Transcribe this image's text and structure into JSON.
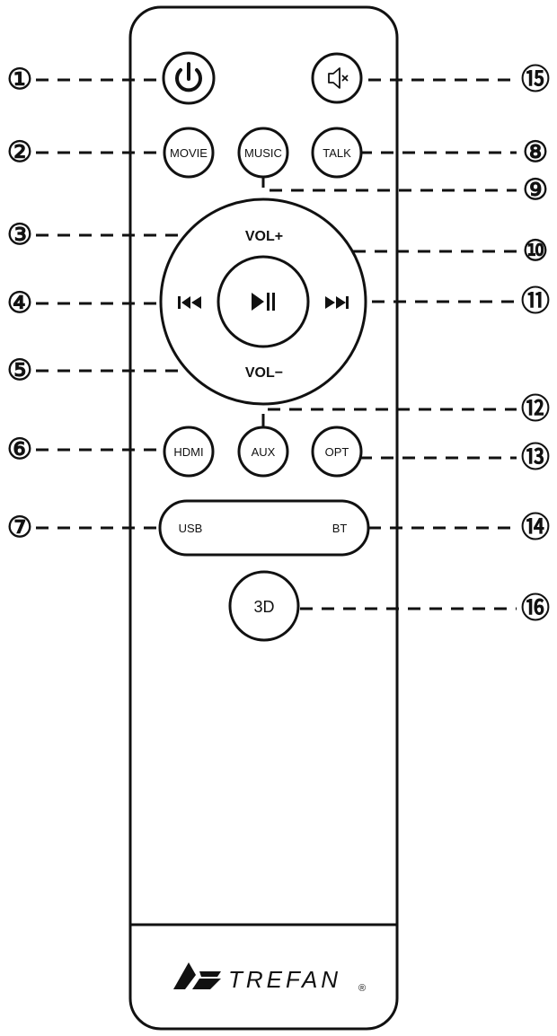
{
  "buttons": {
    "power": {
      "icon": "power-icon"
    },
    "mute": {
      "icon": "mute-icon"
    },
    "movie": {
      "label": "MOVIE"
    },
    "music": {
      "label": "MUSIC"
    },
    "talk": {
      "label": "TALK"
    },
    "vol_up": {
      "label": "VOL+"
    },
    "vol_down": {
      "label": "VOL−"
    },
    "prev": {
      "icon": "previous-track-icon"
    },
    "play_pause": {
      "icon": "play-pause-icon"
    },
    "next": {
      "icon": "next-track-icon"
    },
    "hdmi": {
      "label": "HDMI"
    },
    "aux": {
      "label": "AUX"
    },
    "opt": {
      "label": "OPT"
    },
    "usb": {
      "label": "USB"
    },
    "bt": {
      "label": "BT"
    },
    "three_d": {
      "label": "3D"
    }
  },
  "callouts": {
    "c1": "①",
    "c2": "②",
    "c3": "③",
    "c4": "④",
    "c5": "⑤",
    "c6": "⑥",
    "c7": "⑦",
    "c8": "⑧",
    "c9": "⑨",
    "c10": "⑩",
    "c11": "⑪",
    "c12": "⑫",
    "c13": "⑬",
    "c14": "⑭",
    "c15": "⑮",
    "c16": "⑯"
  },
  "brand": {
    "name": "TREFAN",
    "registered": "®"
  }
}
